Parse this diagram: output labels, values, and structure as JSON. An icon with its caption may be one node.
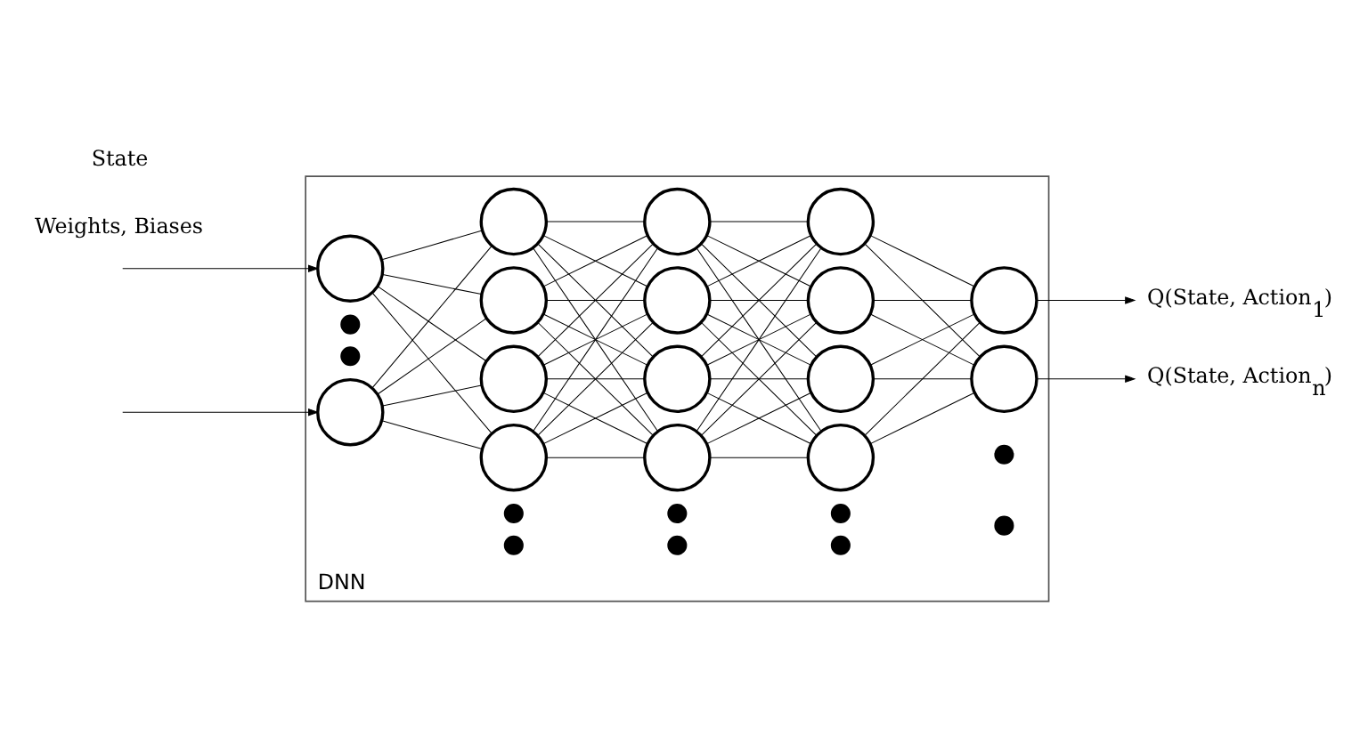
{
  "diagram": {
    "nodes": [
      {
        "text": [
          "DNN"
        ]
      },
      {
        "text": [],
        "shape": "circle",
        "in": 0
      },
      {
        "text": [],
        "shape": "dot",
        "in": 0
      },
      {
        "text": [],
        "shape": "dot",
        "in": 0
      },
      {
        "text": [],
        "shape": "circle",
        "in": 0
      },
      {
        "text": [],
        "shape": "circle",
        "in": 0
      },
      {
        "text": [],
        "shape": "circle",
        "in": 0
      },
      {
        "text": [],
        "shape": "dot",
        "in": 0
      },
      {
        "text": [],
        "shape": "dot",
        "in": 0
      },
      {
        "text": [],
        "shape": "circle",
        "in": 0
      },
      {
        "text": [],
        "shape": "circle",
        "in": 0
      },
      {
        "text": [],
        "shape": "circle",
        "in": 0
      },
      {
        "text": [],
        "shape": "circle",
        "in": 0
      },
      {
        "text": [],
        "shape": "dot",
        "in": 0
      },
      {
        "text": [],
        "shape": "dot",
        "in": 0
      },
      {
        "text": [],
        "shape": "circle",
        "in": 0
      },
      {
        "text": [],
        "shape": "circle",
        "in": 0
      },
      {
        "text": [],
        "shape": "circle",
        "in": 0
      },
      {
        "text": [],
        "shape": "circle",
        "in": 0
      },
      {
        "text": [],
        "shape": "dot",
        "in": 0
      },
      {
        "text": [],
        "shape": "dot",
        "in": 0
      },
      {
        "text": [],
        "shape": "circle",
        "in": 0
      },
      {
        "text": [],
        "shape": "circle",
        "in": 0
      },
      {
        "text": [],
        "shape": "circle",
        "in": 0
      },
      {
        "text": [],
        "shape": "dot",
        "in": 0
      },
      {
        "text": [],
        "shape": "dot",
        "in": 0
      },
      {
        "text": [],
        "shape": "circle",
        "in": 0
      },
      {
        "text": [
          "Q(State, Action$_{1}$)"
        ]
      },
      {
        "text": [
          "Q(State, Action$_{n}$)"
        ]
      }
    ],
    "edges": [
      {
        "from": null,
        "to": 1,
        "arrow": "to"
      },
      {
        "from": null,
        "to": 4,
        "arrow": "to"
      },
      {
        "from": 1,
        "to": 5,
        "arrow": "none"
      },
      {
        "from": 1,
        "to": 6,
        "arrow": "none"
      },
      {
        "from": 1,
        "to": 9,
        "arrow": "none"
      },
      {
        "from": 1,
        "to": 10,
        "arrow": "none"
      },
      {
        "from": 4,
        "to": 5,
        "arrow": "none"
      },
      {
        "from": 4,
        "to": 6,
        "arrow": "none"
      },
      {
        "from": 4,
        "to": 9,
        "arrow": "none"
      },
      {
        "from": 4,
        "to": 10,
        "arrow": "none"
      },
      {
        "from": 5,
        "to": 11,
        "arrow": "none"
      },
      {
        "from": 5,
        "to": 12,
        "arrow": "none"
      },
      {
        "from": 5,
        "to": 15,
        "arrow": "none"
      },
      {
        "from": 5,
        "to": 16,
        "arrow": "none"
      },
      {
        "from": 6,
        "to": 11,
        "arrow": "none"
      },
      {
        "from": 6,
        "to": 12,
        "arrow": "none"
      },
      {
        "from": 6,
        "to": 15,
        "arrow": "none"
      },
      {
        "from": 6,
        "to": 16,
        "arrow": "none"
      },
      {
        "from": 9,
        "to": 11,
        "arrow": "none"
      },
      {
        "from": 9,
        "to": 12,
        "arrow": "none"
      },
      {
        "from": 9,
        "to": 15,
        "arrow": "none"
      },
      {
        "from": 9,
        "to": 16,
        "arrow": "none"
      },
      {
        "from": 10,
        "to": 11,
        "arrow": "none"
      },
      {
        "from": 10,
        "to": 12,
        "arrow": "none"
      },
      {
        "from": 10,
        "to": 15,
        "arrow": "none"
      },
      {
        "from": 10,
        "to": 16,
        "arrow": "none"
      },
      {
        "from": 11,
        "to": 17,
        "arrow": "none"
      },
      {
        "from": 11,
        "to": 18,
        "arrow": "none"
      },
      {
        "from": 11,
        "to": 21,
        "arrow": "none"
      },
      {
        "from": 11,
        "to": 22,
        "arrow": "none"
      },
      {
        "from": 12,
        "to": 17,
        "arrow": "none"
      },
      {
        "from": 12,
        "to": 18,
        "arrow": "none"
      },
      {
        "from": 12,
        "to": 21,
        "arrow": "none"
      },
      {
        "from": 12,
        "to": 22,
        "arrow": "none"
      },
      {
        "from": 15,
        "to": 17,
        "arrow": "none"
      },
      {
        "from": 15,
        "to": 18,
        "arrow": "none"
      },
      {
        "from": 15,
        "to": 21,
        "arrow": "none"
      },
      {
        "from": 15,
        "to": 22,
        "arrow": "none"
      },
      {
        "from": 16,
        "to": 17,
        "arrow": "none"
      },
      {
        "from": 16,
        "to": 18,
        "arrow": "none"
      },
      {
        "from": 16,
        "to": 21,
        "arrow": "none"
      },
      {
        "from": 16,
        "to": 22,
        "arrow": "none"
      },
      {
        "from": 17,
        "to": 23,
        "arrow": "none"
      },
      {
        "from": 17,
        "to": 26,
        "arrow": "none"
      },
      {
        "from": 18,
        "to": 23,
        "arrow": "none"
      },
      {
        "from": 18,
        "to": 26,
        "arrow": "none"
      },
      {
        "from": 21,
        "to": 23,
        "arrow": "none"
      },
      {
        "from": 21,
        "to": 26,
        "arrow": "none"
      },
      {
        "from": 22,
        "to": 23,
        "arrow": "none"
      },
      {
        "from": 22,
        "to": 26,
        "arrow": "none"
      },
      {
        "from": 23,
        "to": 27,
        "arrow": "to"
      },
      {
        "from": 26,
        "to": 28,
        "arrow": "to"
      }
    ],
    "labels": [
      "Weights, Biases",
      "State"
    ]
  }
}
